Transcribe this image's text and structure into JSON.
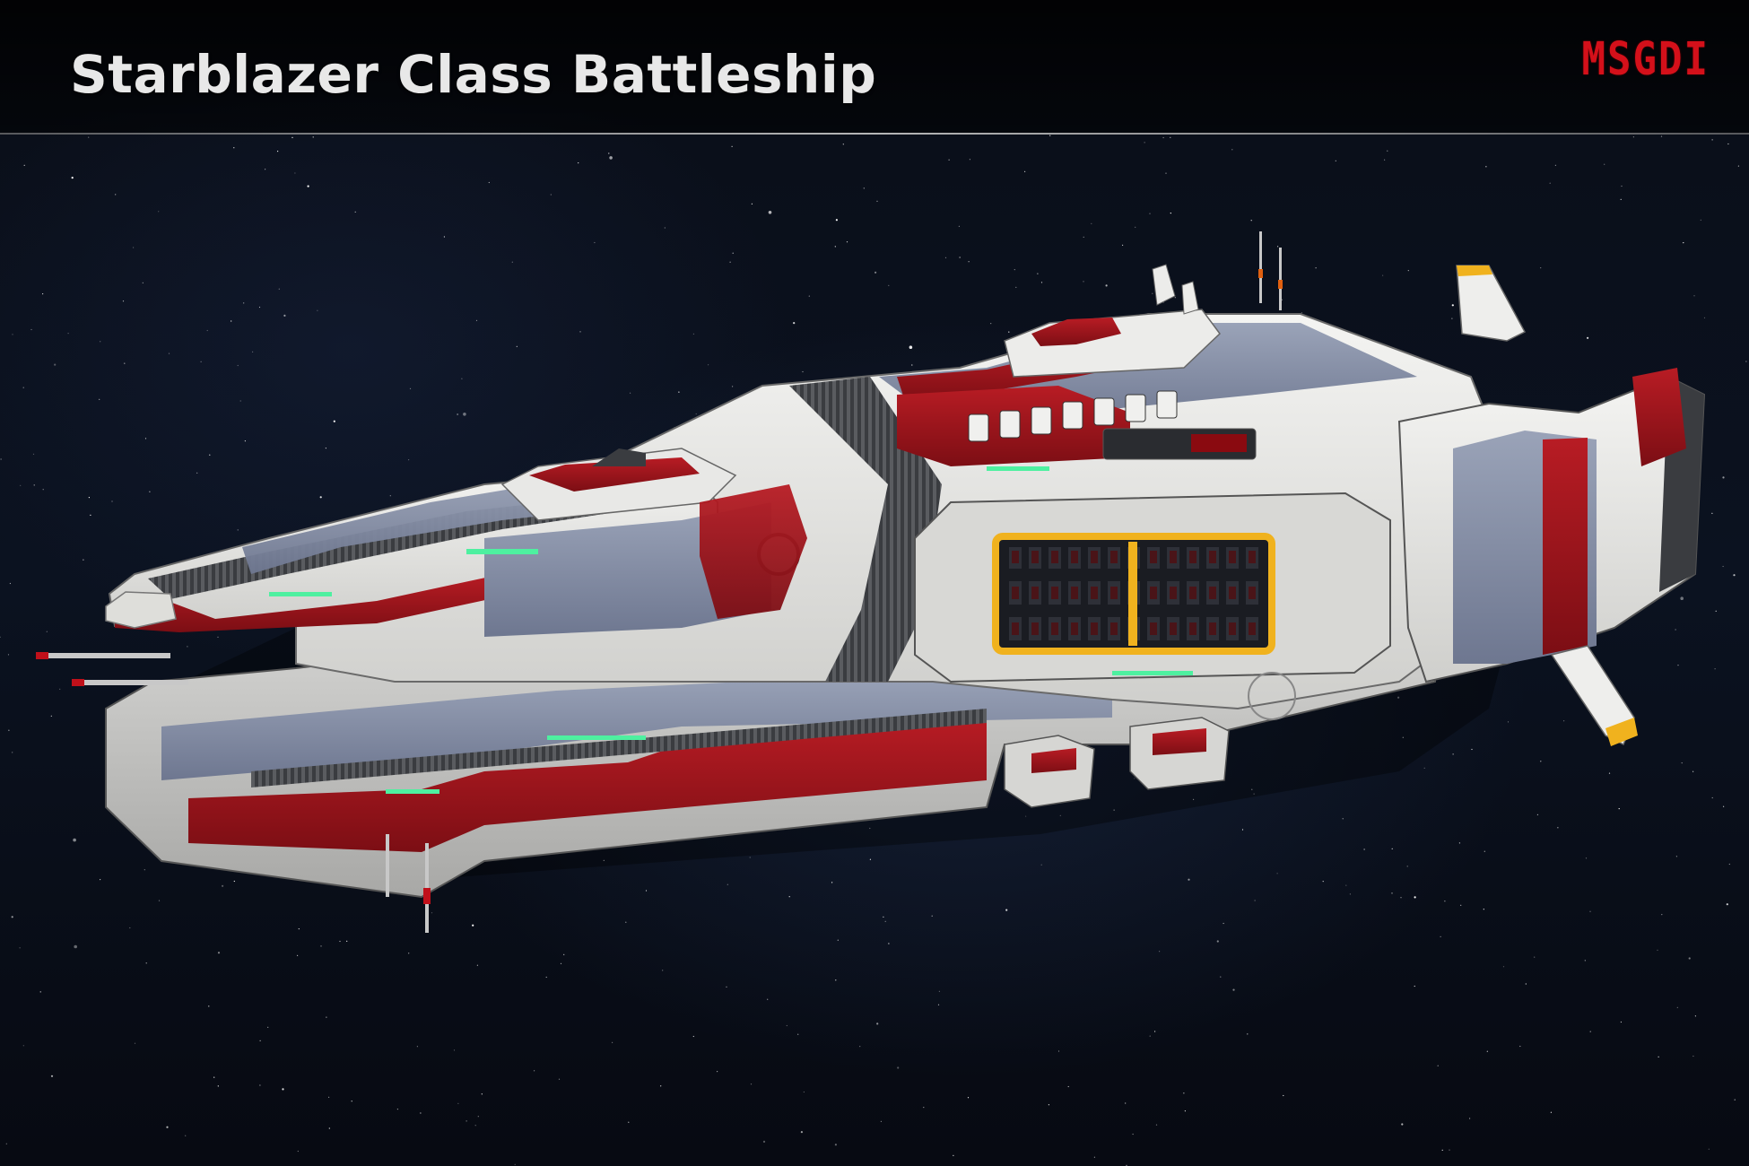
{
  "header": {
    "title": "Starblazer Class Battleship",
    "logo_text": "MSGDI"
  },
  "colors": {
    "background": "#0a0e18",
    "hull_white": "#e6e6e3",
    "hull_grey_blue": "#8a94aa",
    "hull_red": "#a0141c",
    "accent_yellow": "#f0b21e",
    "light_green": "#4ef0a0",
    "logo_red": "#d4101a"
  },
  "scene": {
    "subject": "ship-render",
    "backdrop": "starfield"
  }
}
